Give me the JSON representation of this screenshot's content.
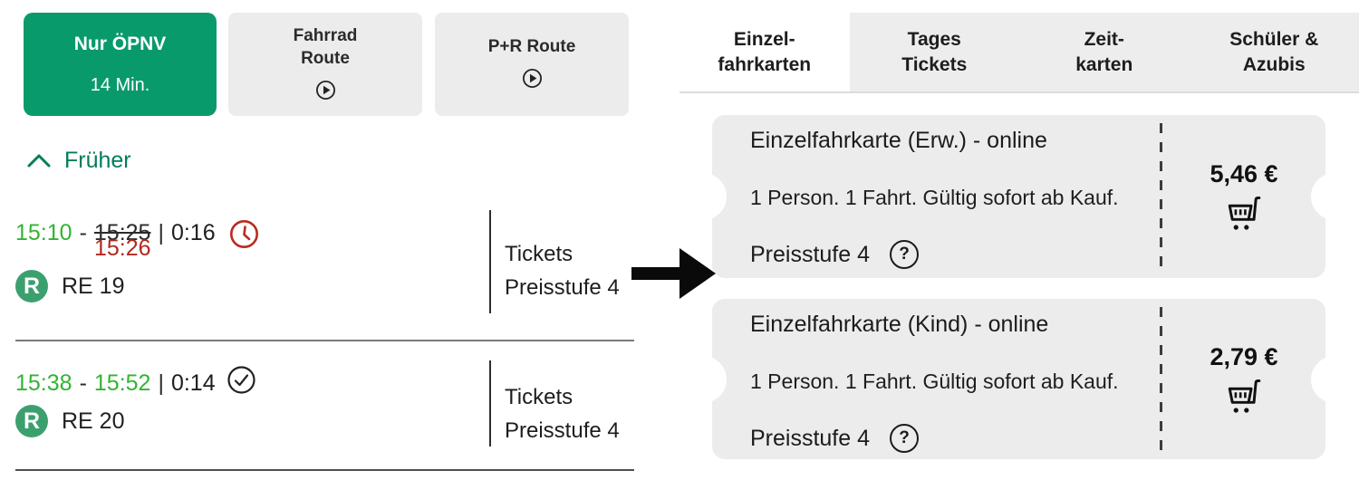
{
  "ui": {
    "range_separator": "-",
    "duration_separator": "|"
  },
  "route_options": [
    {
      "label": "Nur ÖPNV",
      "sublabel": "14 Min.",
      "selected": true
    },
    {
      "label": "Fahrrad Route",
      "icon": "play-icon",
      "selected": false
    },
    {
      "label": "P+R Route",
      "icon": "play-icon",
      "selected": false
    }
  ],
  "earlier": {
    "label": "Früher",
    "icon": "chevron-up-icon"
  },
  "journeys": [
    {
      "departure": "15:10",
      "arrival_scheduled": "15:25",
      "arrival_delayed": "15:26",
      "duration": "0:16",
      "status_icon": "delay-clock-icon",
      "line_badge": "R",
      "line": "RE 19",
      "tickets_line1": "Tickets",
      "tickets_line2": "Preisstufe 4"
    },
    {
      "departure": "15:38",
      "arrival_scheduled": "15:52",
      "duration": "0:14",
      "status_icon": "check-circle-icon",
      "line_badge": "R",
      "line": "RE 20",
      "tickets_line1": "Tickets",
      "tickets_line2": "Preisstufe 4"
    }
  ],
  "ticket_panel": {
    "tabs": [
      {
        "line1": "Einzel-",
        "line2": "fahrkarten",
        "active": true
      },
      {
        "line1": "Tages",
        "line2": "Tickets",
        "active": false
      },
      {
        "line1": "Zeit-",
        "line2": "karten",
        "active": false
      },
      {
        "line1": "Schüler &",
        "line2": "Azubis",
        "active": false
      }
    ],
    "tickets": [
      {
        "title": "Einzelfahrkarte (Erw.) - online",
        "description": "1 Person. 1 Fahrt. Gültig sofort ab Kauf.",
        "price_level": "Preisstufe 4",
        "help_icon": "question-circle-icon",
        "price": "5,46 €",
        "cart_icon": "cart-icon"
      },
      {
        "title": "Einzelfahrkarte (Kind) - online",
        "description": "1 Person. 1 Fahrt. Gültig sofort ab Kauf.",
        "price_level": "Preisstufe 4",
        "help_icon": "question-circle-icon",
        "price": "2,79 €",
        "cart_icon": "cart-icon"
      }
    ]
  },
  "colors": {
    "accent_green": "#099a6b",
    "time_green": "#32b432",
    "link_green": "#007d5a",
    "delay_red": "#b0291f",
    "badge_green": "#3ca06e",
    "card_gray": "#ececec"
  }
}
